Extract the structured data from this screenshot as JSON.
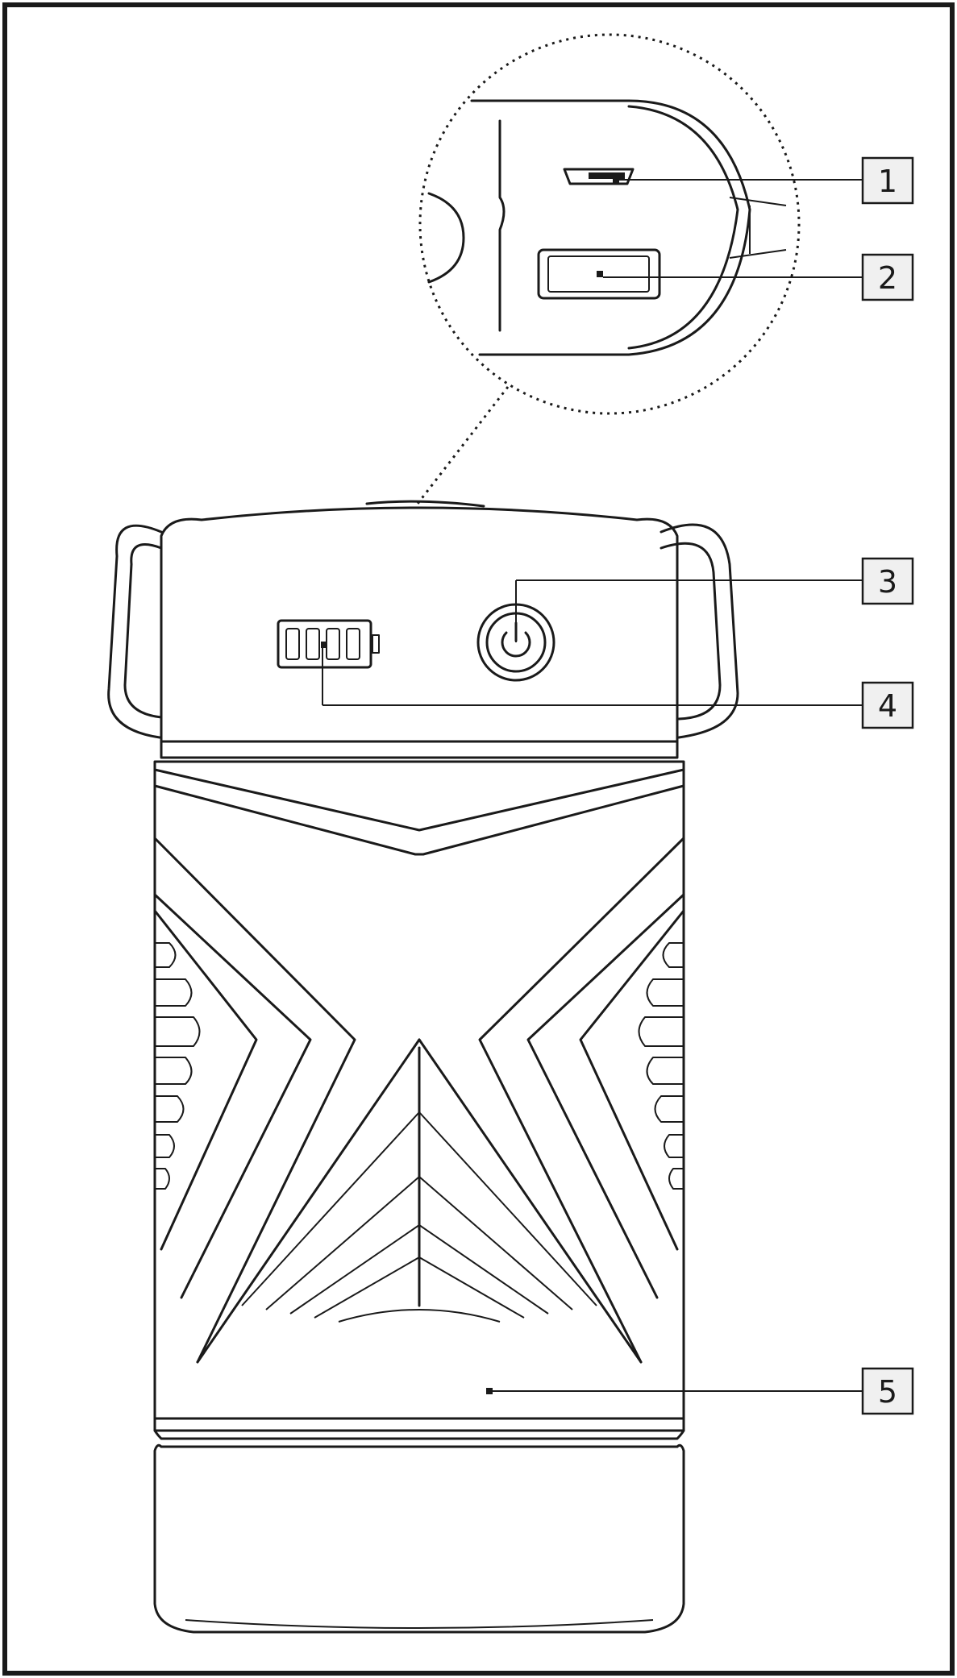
{
  "callouts": [
    {
      "id": "1",
      "label": "1"
    },
    {
      "id": "2",
      "label": "2"
    },
    {
      "id": "3",
      "label": "3"
    },
    {
      "id": "4",
      "label": "4"
    },
    {
      "id": "5",
      "label": "5"
    }
  ],
  "colors": {
    "stroke": "#1a1a1a",
    "label_box": "#f0f0f0",
    "background": "#ffffff"
  },
  "icons": {
    "power_button": "power-icon",
    "battery_indicator": "battery-level-icon",
    "port_small": "micro-usb-port-icon",
    "port_large": "usb-port-icon"
  }
}
